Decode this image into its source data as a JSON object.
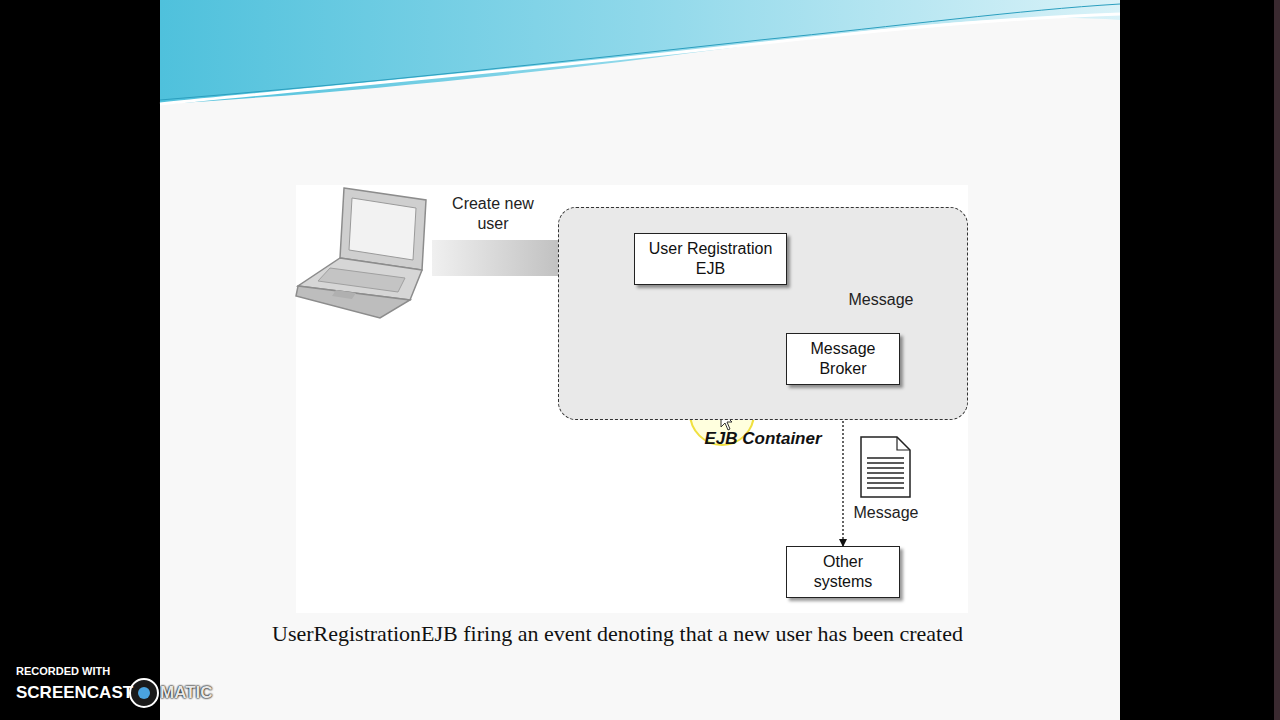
{
  "diagram": {
    "caption": "UserRegistrationEJB firing an event denoting that a new user has been created",
    "nodes": [
      {
        "text": [
          "EJB Container"
        ]
      },
      {
        "text": [
          "User Registration EJB"
        ],
        "in": 0
      },
      {
        "text": [
          "Message Broker"
        ],
        "in": 0
      },
      {
        "text": [
          "Other systems"
        ]
      }
    ],
    "edges": [
      {
        "from": 1,
        "to": 2,
        "arrow": "to"
      },
      {
        "from": 2,
        "to": 1,
        "arrow": "to"
      },
      {
        "from": 2,
        "to": 3,
        "arrow": "to"
      }
    ],
    "labels": [
      "Create new user",
      "Message",
      "Message",
      "RECORDED WITH",
      "SCREENCAST",
      "MATIC"
    ]
  }
}
